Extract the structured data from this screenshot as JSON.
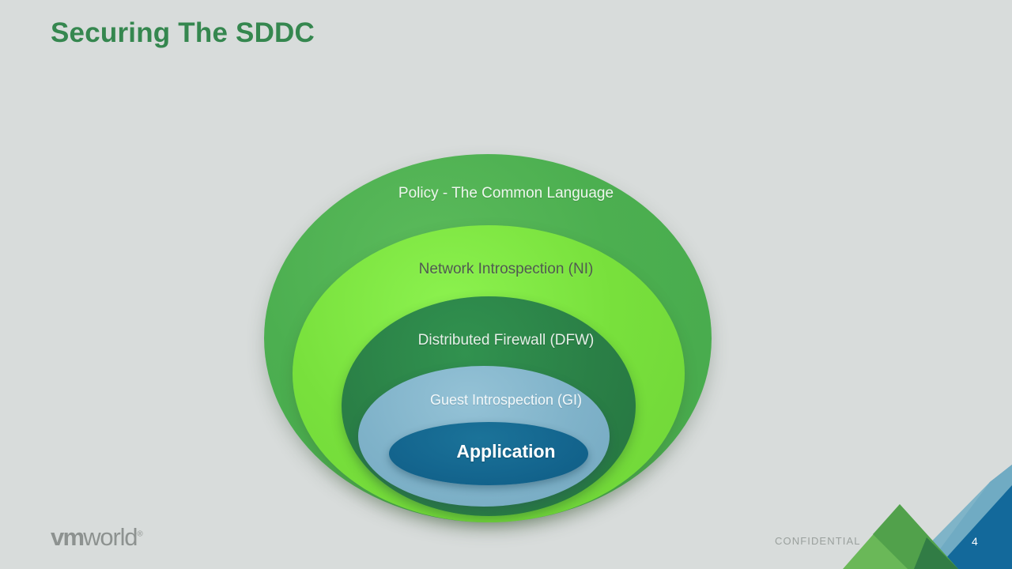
{
  "slide": {
    "title": "Securing The SDDC",
    "background_color": "#d8dcdb",
    "title_color": "#35874f"
  },
  "diagram": {
    "type": "concentric-ellipses",
    "description": "Nested ellipse layers representing SDDC security model from outermost policy layer to innermost application",
    "layers": [
      {
        "id": "policy",
        "label": "Policy - The Common Language",
        "fill_color": "#4caf50",
        "text_color": "#eef7ee",
        "level": 1
      },
      {
        "id": "network-introspection",
        "label": "Network Introspection (NI)",
        "fill_color": "#78e03c",
        "text_color": "#4f5a4f",
        "level": 2
      },
      {
        "id": "distributed-firewall",
        "label": "Distributed Firewall (DFW)",
        "fill_color": "#2a7f46",
        "text_color": "#e6efe8",
        "level": 3
      },
      {
        "id": "guest-introspection",
        "label": "Guest Introspection (GI)",
        "fill_color": "#7fb2c9",
        "text_color": "#f2f8fa",
        "level": 4
      },
      {
        "id": "application",
        "label": "Application",
        "fill_color": "#14668f",
        "text_color": "#ffffff",
        "level": 5
      }
    ]
  },
  "footer": {
    "logo_vm": "vm",
    "logo_world": "world",
    "logo_registered": "®",
    "confidential": "CONFIDENTIAL",
    "page_number": "4"
  },
  "corner_decoration": {
    "colors": {
      "light_green": "#6ab858",
      "mid_green": "#4f9e4a",
      "dark_green": "#2f7a45",
      "steel_blue": "#77b0c6",
      "dark_blue": "#13699b"
    }
  }
}
